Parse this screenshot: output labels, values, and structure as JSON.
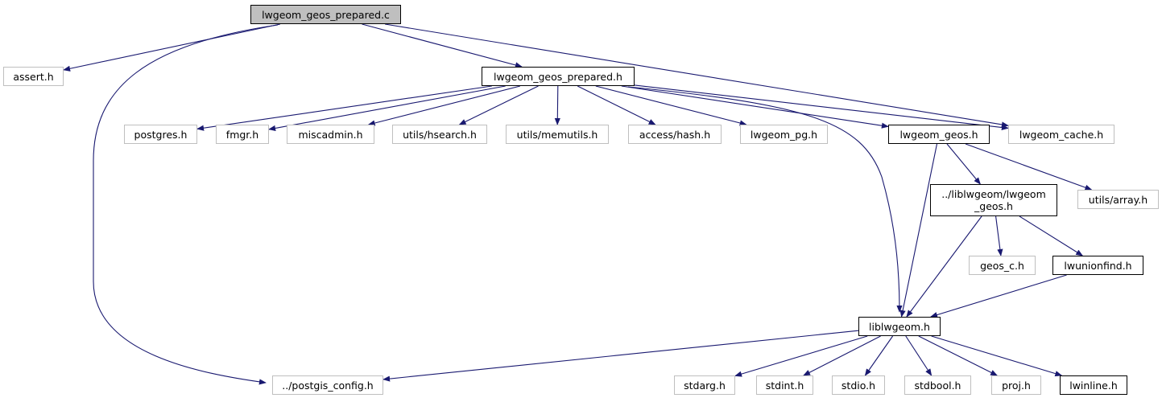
{
  "graph": {
    "root": "lwgeom_geos_prepared.c",
    "nodes": [
      {
        "id": "n_root",
        "label": "lwgeom_geos_prepared.c",
        "kind": "root"
      },
      {
        "id": "n_assert",
        "label": "assert.h",
        "kind": "sys"
      },
      {
        "id": "n_prep_h",
        "label": "lwgeom_geos_prepared.h",
        "kind": "doc"
      },
      {
        "id": "n_postgres",
        "label": "postgres.h",
        "kind": "sys"
      },
      {
        "id": "n_fmgr",
        "label": "fmgr.h",
        "kind": "sys"
      },
      {
        "id": "n_miscadmin",
        "label": "miscadmin.h",
        "kind": "sys"
      },
      {
        "id": "n_hsearch",
        "label": "utils/hsearch.h",
        "kind": "sys"
      },
      {
        "id": "n_memutils",
        "label": "utils/memutils.h",
        "kind": "sys"
      },
      {
        "id": "n_hash",
        "label": "access/hash.h",
        "kind": "sys"
      },
      {
        "id": "n_lwpg",
        "label": "lwgeom_pg.h",
        "kind": "sys"
      },
      {
        "id": "n_geos_h",
        "label": "lwgeom_geos.h",
        "kind": "doc"
      },
      {
        "id": "n_cache",
        "label": "lwgeom_cache.h",
        "kind": "sys"
      },
      {
        "id": "n_liblwgeos",
        "label": "../liblwgeom/lwgeom_geos.h",
        "kind": "doc",
        "lines": [
          "../liblwgeom/lwgeom",
          "_geos.h"
        ]
      },
      {
        "id": "n_array",
        "label": "utils/array.h",
        "kind": "sys"
      },
      {
        "id": "n_geos_c",
        "label": "geos_c.h",
        "kind": "sys"
      },
      {
        "id": "n_unionfind",
        "label": "lwunionfind.h",
        "kind": "doc"
      },
      {
        "id": "n_liblwgeom",
        "label": "liblwgeom.h",
        "kind": "doc"
      },
      {
        "id": "n_config",
        "label": "../postgis_config.h",
        "kind": "sys"
      },
      {
        "id": "n_stdarg",
        "label": "stdarg.h",
        "kind": "sys"
      },
      {
        "id": "n_stdint",
        "label": "stdint.h",
        "kind": "sys"
      },
      {
        "id": "n_stdio",
        "label": "stdio.h",
        "kind": "sys"
      },
      {
        "id": "n_stdbool",
        "label": "stdbool.h",
        "kind": "sys"
      },
      {
        "id": "n_proj",
        "label": "proj.h",
        "kind": "sys"
      },
      {
        "id": "n_lwinline",
        "label": "lwinline.h",
        "kind": "doc"
      }
    ],
    "edges": [
      [
        "n_root",
        "n_assert"
      ],
      [
        "n_root",
        "n_prep_h"
      ],
      [
        "n_root",
        "n_cache"
      ],
      [
        "n_root",
        "n_config"
      ],
      [
        "n_prep_h",
        "n_postgres"
      ],
      [
        "n_prep_h",
        "n_fmgr"
      ],
      [
        "n_prep_h",
        "n_miscadmin"
      ],
      [
        "n_prep_h",
        "n_hsearch"
      ],
      [
        "n_prep_h",
        "n_memutils"
      ],
      [
        "n_prep_h",
        "n_hash"
      ],
      [
        "n_prep_h",
        "n_lwpg"
      ],
      [
        "n_prep_h",
        "n_geos_h"
      ],
      [
        "n_prep_h",
        "n_cache"
      ],
      [
        "n_prep_h",
        "n_liblwgeom"
      ],
      [
        "n_geos_h",
        "n_liblwgeos"
      ],
      [
        "n_geos_h",
        "n_array"
      ],
      [
        "n_geos_h",
        "n_liblwgeom"
      ],
      [
        "n_liblwgeos",
        "n_geos_c"
      ],
      [
        "n_liblwgeos",
        "n_unionfind"
      ],
      [
        "n_liblwgeos",
        "n_liblwgeom"
      ],
      [
        "n_unionfind",
        "n_liblwgeom"
      ],
      [
        "n_liblwgeom",
        "n_config"
      ],
      [
        "n_liblwgeom",
        "n_stdarg"
      ],
      [
        "n_liblwgeom",
        "n_stdint"
      ],
      [
        "n_liblwgeom",
        "n_stdio"
      ],
      [
        "n_liblwgeom",
        "n_stdbool"
      ],
      [
        "n_liblwgeom",
        "n_proj"
      ],
      [
        "n_liblwgeom",
        "n_lwinline"
      ]
    ]
  },
  "colors": {
    "edge": "#191970",
    "doc_border": "#000000",
    "sys_border": "#bfbfbf",
    "root_fill": "#bfbfbf"
  }
}
